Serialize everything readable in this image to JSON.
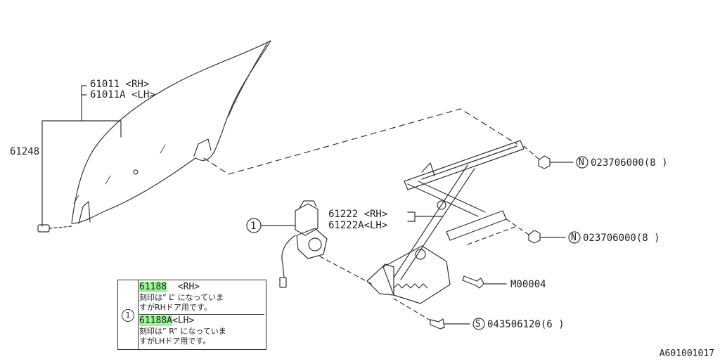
{
  "labels": {
    "glass_rh": "61011  <RH>",
    "glass_lh": "61011A <LH>",
    "weatherstrip": "61248",
    "regulator_rh": "61222 <RH>",
    "regulator_lh": "61222A<LH>",
    "callout_marker": "1",
    "nut_code_top": "023706000(8  )",
    "nut_code_bottom": "023706000(8  )",
    "nut_prefix": "N",
    "bolt_code": "M00004",
    "screw_code": "043506120(6  )",
    "screw_prefix": "S"
  },
  "note": {
    "marker": "1",
    "motor_rh_part": "61188",
    "motor_rh_side": "  <RH>",
    "motor_rh_text_1": "刻印は” L” になっていま",
    "motor_rh_text_2": "すがRHドア用です。",
    "motor_lh_part": "61188A",
    "motor_lh_side": "<LH>",
    "motor_lh_text_1": "刻印は” R” になっていま",
    "motor_lh_text_2": "すがLHドア用です。"
  },
  "reference_code": "A601001017",
  "colors": {
    "highlight": "#9ef29a",
    "line": "#333333"
  }
}
